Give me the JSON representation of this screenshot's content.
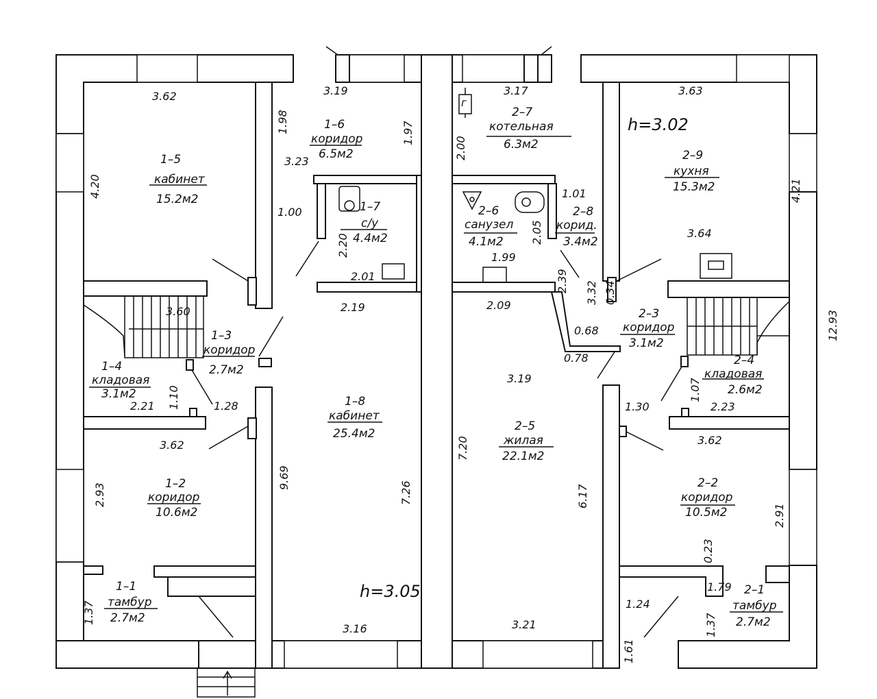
{
  "rooms": [
    {
      "id": "r15",
      "number": "1–5",
      "name": "кабинет",
      "area": "15.2м2"
    },
    {
      "id": "r16",
      "number": "1–6",
      "name": "коридор",
      "area": "6.5м2"
    },
    {
      "id": "r17",
      "number": "1–7",
      "name": "с/у",
      "area": "4.4м2"
    },
    {
      "id": "r13",
      "number": "1–3",
      "name": "коридор",
      "area": "2.7м2"
    },
    {
      "id": "r14",
      "number": "1–4",
      "name": "кладовая",
      "area": "3.1м2"
    },
    {
      "id": "r18",
      "number": "1–8",
      "name": "кабинет",
      "area": "25.4м2"
    },
    {
      "id": "r12",
      "number": "1–2",
      "name": "коридор",
      "area": "10.6м2"
    },
    {
      "id": "r11",
      "number": "1–1",
      "name": "тамбур",
      "area": "2.7м2"
    },
    {
      "id": "r27",
      "number": "2–7",
      "name": "котельная",
      "area": "6.3м2"
    },
    {
      "id": "r29",
      "number": "2–9",
      "name": "кухня",
      "area": "15.3м2"
    },
    {
      "id": "r26",
      "number": "2–6",
      "name": "санузел",
      "area": "4.1м2"
    },
    {
      "id": "r28",
      "number": "2–8",
      "name": "корид.",
      "area": "3.4м2"
    },
    {
      "id": "r23",
      "number": "2–3",
      "name": "коридор",
      "area": "3.1м2"
    },
    {
      "id": "r24",
      "number": "2–4",
      "name": "кладовая",
      "area": "2.6м2"
    },
    {
      "id": "r25",
      "number": "2–5",
      "name": "жилая",
      "area": "22.1м2"
    },
    {
      "id": "r22",
      "number": "2–2",
      "name": "коридор",
      "area": "10.5м2"
    },
    {
      "id": "r21",
      "number": "2–1",
      "name": "тамбур",
      "area": "2.7м2"
    }
  ],
  "heights": {
    "left": "h=3.05",
    "right": "h=3.02"
  },
  "boiler_symbol": "г",
  "dimensions": [
    "3.62",
    "1.98",
    "3.19",
    "3.23",
    "1.97",
    "4.20",
    "1.00",
    "2.20",
    "2.01",
    "2.19",
    "3.60",
    "1.10",
    "2.21",
    "1.28",
    "3.62",
    "2.93",
    "9.69",
    "7.26",
    "1.37",
    "3.16",
    "3.17",
    "2.00",
    "3.63",
    "1.01",
    "2.05",
    "1.99",
    "2.39",
    "3.32",
    "0.34",
    "4.21",
    "3.64",
    "2.09",
    "0.68",
    "0.78",
    "3.19",
    "1.07",
    "1.30",
    "2.23",
    "3.62",
    "7.20",
    "6.17",
    "2.91",
    "0.23",
    "1.79",
    "1.24",
    "1.37",
    "3.21",
    "1.61",
    "12.93"
  ]
}
